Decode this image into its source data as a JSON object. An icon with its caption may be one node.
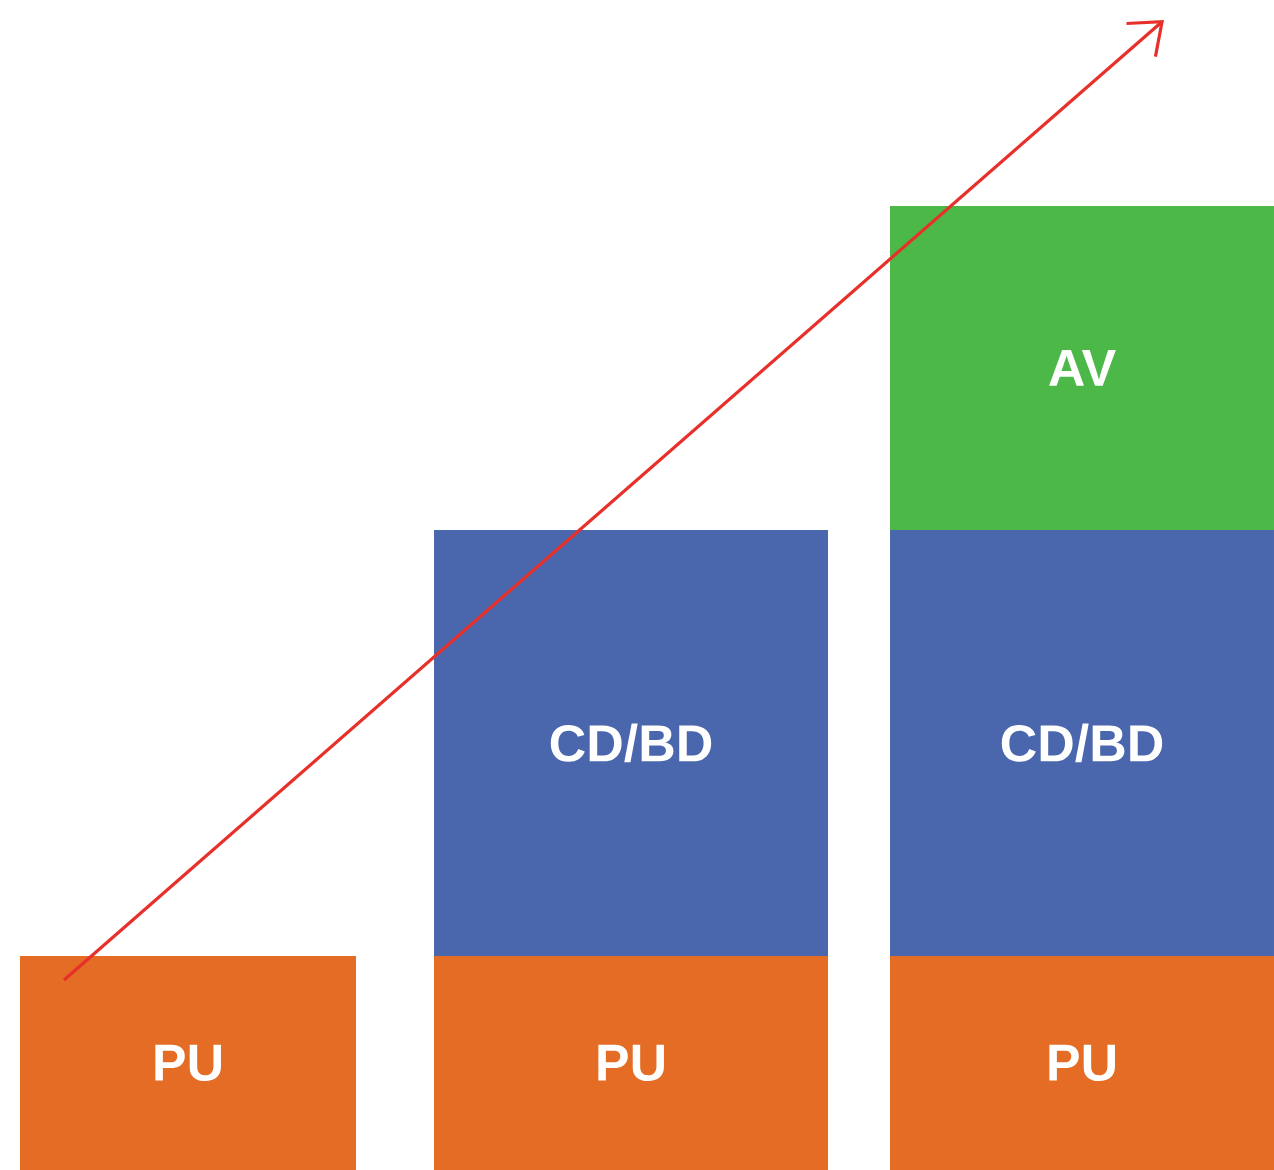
{
  "diagram": {
    "nodes": [
      {
        "text": [
          "PU"
        ]
      },
      {
        "text": [
          "CD/BD"
        ]
      },
      {
        "text": [
          "PU"
        ]
      },
      {
        "text": [
          "AV"
        ]
      },
      {
        "text": [
          "CD/BD"
        ]
      },
      {
        "text": [
          "PU"
        ]
      }
    ]
  }
}
